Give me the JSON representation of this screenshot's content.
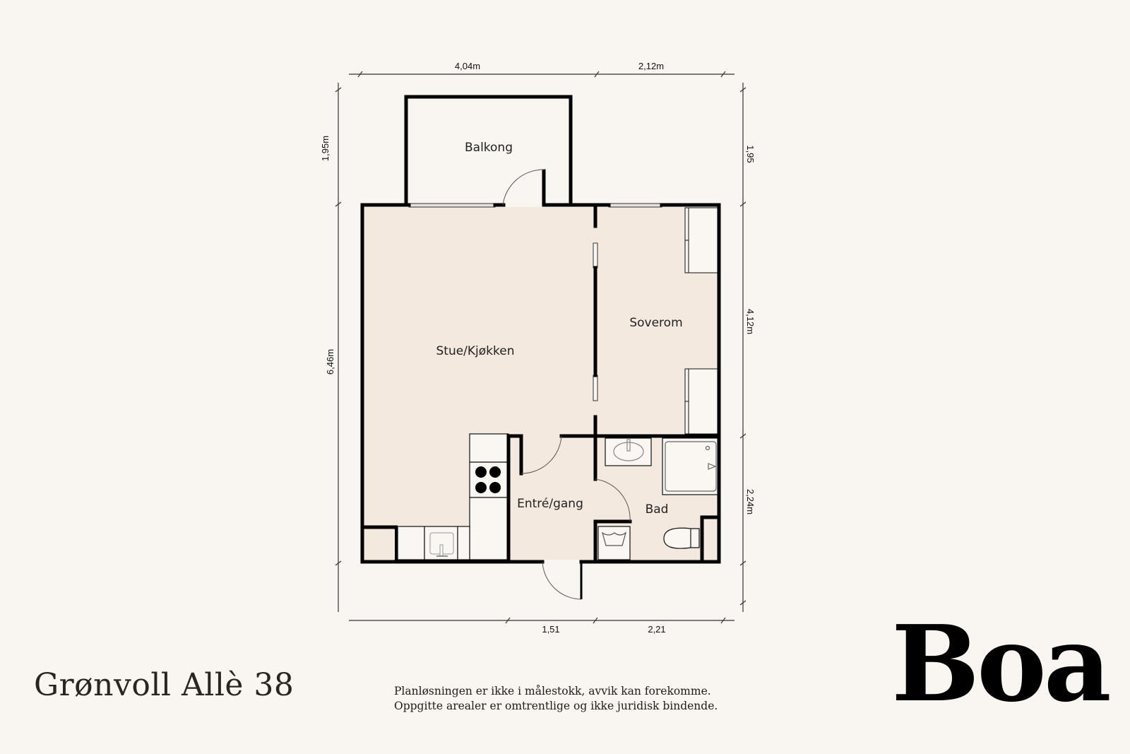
{
  "floorplan": {
    "rooms": {
      "balcony": "Balkong",
      "living_kitchen": "Stue/Kjøkken",
      "bedroom": "Soverom",
      "hallway": "Entré/gang",
      "bathroom": "Bad"
    },
    "dimensions": {
      "top": [
        "4,04m",
        "2,12m"
      ],
      "left": [
        "1,95m",
        "6,46m"
      ],
      "right": [
        "1,95",
        "4,12m",
        "2,24m"
      ],
      "bottom": [
        "1,51",
        "2,21"
      ]
    },
    "colors": {
      "background": "#f9f5f0",
      "floor": "#f3e9df",
      "wall": "#000000",
      "fixture": "#faf6f1"
    }
  },
  "footer": {
    "address": "Grønvoll Allè 38",
    "disclaimer_line1": "Planløsningen er ikke i målestokk, avvik kan forekomme.",
    "disclaimer_line2": "Oppgitte arealer er omtrentlige og ikke juridisk bindende.",
    "logo": "Boa"
  }
}
